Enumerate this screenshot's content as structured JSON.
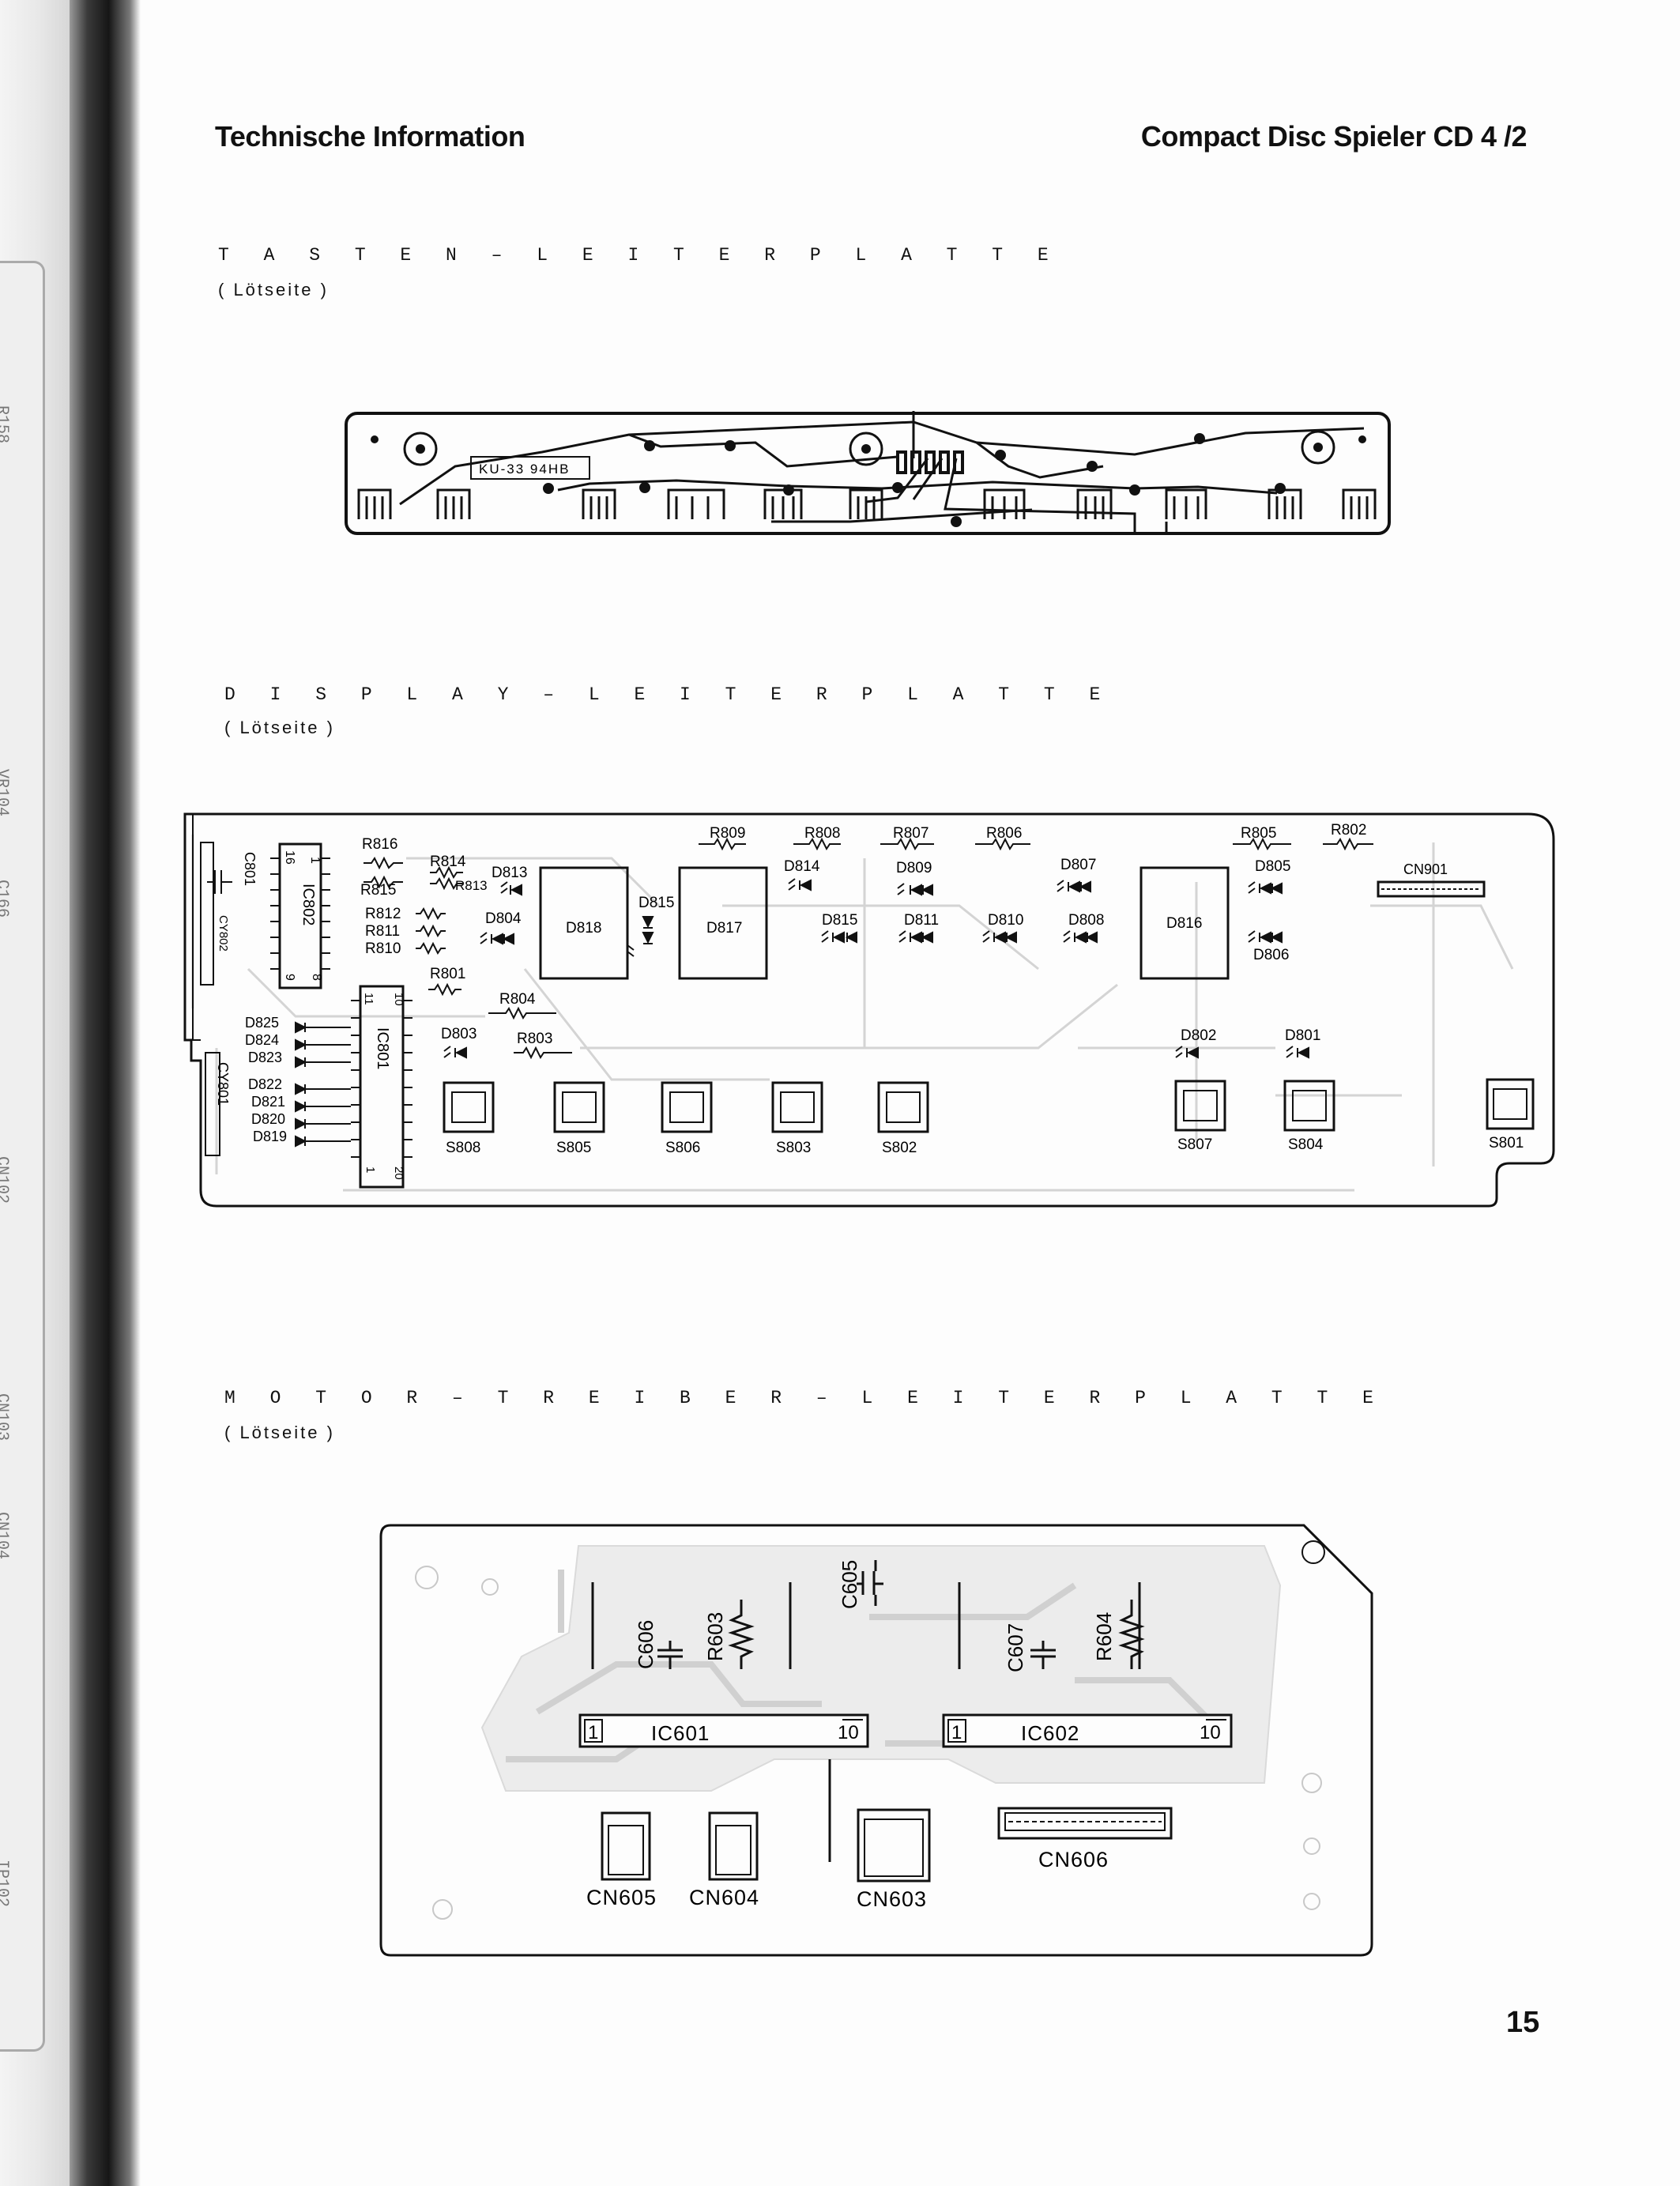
{
  "header": {
    "left": "Technische Information",
    "right": "Compact Disc Spieler CD 4 /2"
  },
  "page_number": "15",
  "gutter_labels": [
    "R158",
    "VR104",
    "C166",
    "CN102",
    "CN103",
    "CN104",
    "IP102"
  ],
  "sections": {
    "tasten": {
      "title": "T A S T E N   –   L E I T E R P L A T T E",
      "subtitle": "( Lötseite )",
      "board_label": "KU-33 94HB"
    },
    "display": {
      "title": "D I S P L A Y   –   L E I T E R P L A T T E",
      "subtitle": "( Lötseite )",
      "labels": {
        "c801": "C801",
        "cy802": "CY802",
        "cy801": "CY801",
        "ic802": "IC802",
        "ic802_pin16": "16",
        "ic802_pin1": "1",
        "ic802_pin9": "9",
        "ic802_pin8": "8",
        "ic801": "IC801",
        "ic801_pin11": "11",
        "ic801_pin10": "10",
        "ic801_pin1": "1",
        "ic801_pin20": "20",
        "r816": "R816",
        "r814": "R814",
        "r815": "R815",
        "r813": "R813",
        "r812": "R812",
        "r811": "R811",
        "r810": "R810",
        "r801": "R801",
        "r804": "R804",
        "r803": "R803",
        "r809": "R809",
        "r808": "R808",
        "r807": "R807",
        "r806": "R806",
        "r805": "R805",
        "r802": "R802",
        "d813": "D813",
        "d804": "D804",
        "d803": "D803",
        "d814": "D814",
        "d815a": "D815",
        "d815b": "D815",
        "d809": "D809",
        "d811": "D811",
        "d810": "D810",
        "d807": "D807",
        "d808": "D808",
        "d805": "D805",
        "d806": "D806",
        "d802": "D802",
        "d801": "D801",
        "d818": "D818",
        "d817": "D817",
        "d816": "D816",
        "d825": "D825",
        "d824": "D824",
        "d823": "D823",
        "d822": "D822",
        "d821": "D821",
        "d820": "D820",
        "d819": "D819",
        "cn901": "CN901",
        "s808": "S808",
        "s805": "S805",
        "s806": "S806",
        "s803": "S803",
        "s802": "S802",
        "s807": "S807",
        "s804": "S804",
        "s801": "S801"
      }
    },
    "motor": {
      "title": "M O T O R   –   T R E I B E R   –   L E I T E R P L A T T E",
      "subtitle": "( Lötseite )",
      "labels": {
        "c605": "C605",
        "c606": "C606",
        "r603": "R603",
        "c607": "C607",
        "r604": "R604",
        "ic601": "IC601",
        "ic602": "IC602",
        "pin1a": "1",
        "pin10a": "10",
        "pin1b": "1",
        "pin10b": "10",
        "cn605": "CN605",
        "cn604": "CN604",
        "cn603": "CN603",
        "cn606": "CN606"
      }
    }
  }
}
